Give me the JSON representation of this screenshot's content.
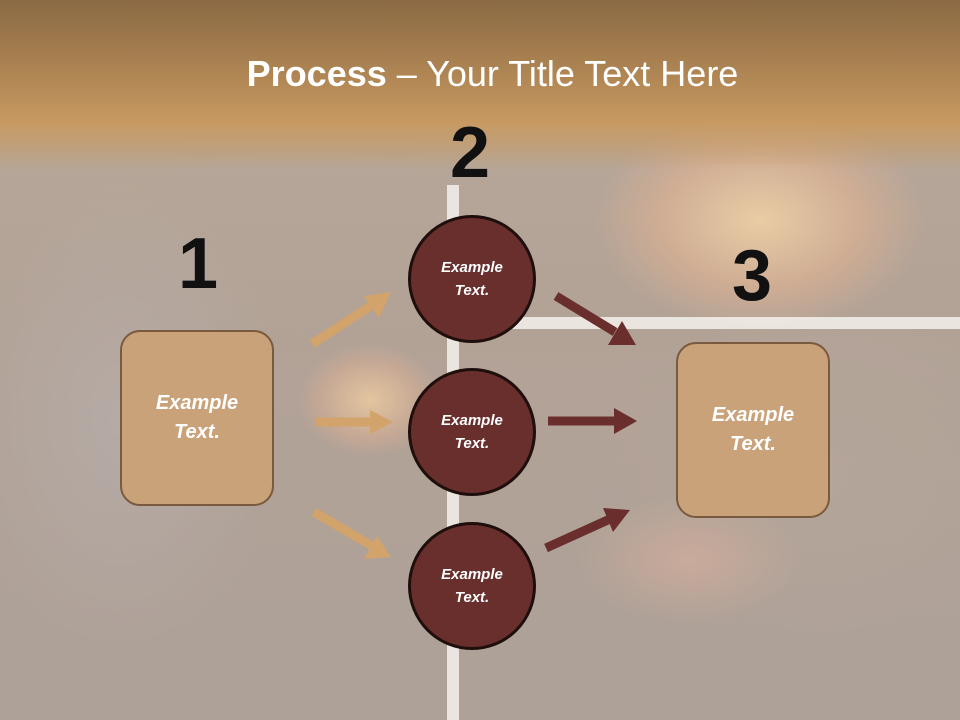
{
  "title": {
    "bold": "Process",
    "rest": " – Your Title Text Here"
  },
  "steps": {
    "one": "1",
    "two": "2",
    "three": "3"
  },
  "box_left": {
    "line1": "Example",
    "line2": "Text."
  },
  "box_right": {
    "line1": "Example",
    "line2": "Text."
  },
  "circles": [
    {
      "line1": "Example",
      "line2": "Text."
    },
    {
      "line1": "Example",
      "line2": "Text."
    },
    {
      "line1": "Example",
      "line2": "Text."
    }
  ],
  "colors": {
    "box_fill": "#c9a27a",
    "box_border": "#7a5a3e",
    "circle_fill": "#682f2d",
    "circle_border": "#1e0e0c",
    "left_arrows": "#d2a36a",
    "right_arrows": "#6a2e2c",
    "header": "#c89a62"
  }
}
